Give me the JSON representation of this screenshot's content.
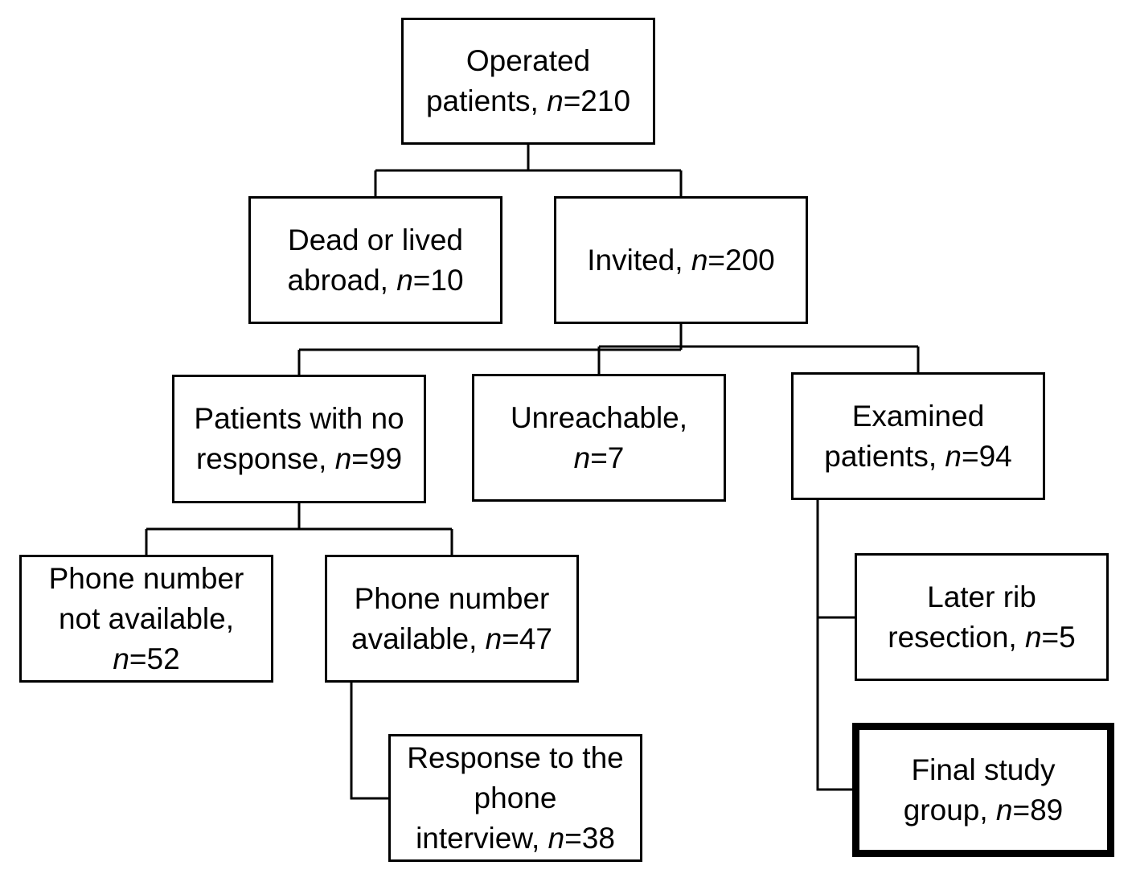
{
  "nodes": [
    {
      "id": "operated",
      "lines": [
        [
          {
            "t": "Operated"
          }
        ],
        [
          {
            "t": "patients, "
          },
          {
            "t": "n",
            "i": true
          },
          {
            "t": "=210"
          }
        ]
      ]
    },
    {
      "id": "dead",
      "lines": [
        [
          {
            "t": "Dead or lived"
          }
        ],
        [
          {
            "t": "abroad, "
          },
          {
            "t": "n",
            "i": true
          },
          {
            "t": "=10"
          }
        ]
      ]
    },
    {
      "id": "invited",
      "lines": [
        [
          {
            "t": "Invited, "
          },
          {
            "t": "n",
            "i": true
          },
          {
            "t": "=200"
          }
        ]
      ]
    },
    {
      "id": "no-response",
      "lines": [
        [
          {
            "t": "Patients with no"
          }
        ],
        [
          {
            "t": "response, "
          },
          {
            "t": "n",
            "i": true
          },
          {
            "t": "=99"
          }
        ]
      ]
    },
    {
      "id": "unreachable",
      "lines": [
        [
          {
            "t": "Unreachable,"
          }
        ],
        [
          {
            "t": "n",
            "i": true
          },
          {
            "t": "=7"
          }
        ]
      ]
    },
    {
      "id": "examined",
      "lines": [
        [
          {
            "t": "Examined"
          }
        ],
        [
          {
            "t": "patients, "
          },
          {
            "t": "n",
            "i": true
          },
          {
            "t": "=94"
          }
        ]
      ]
    },
    {
      "id": "phone-not-available",
      "lines": [
        [
          {
            "t": "Phone number"
          }
        ],
        [
          {
            "t": "not available,"
          }
        ],
        [
          {
            "t": "n",
            "i": true
          },
          {
            "t": "=52"
          }
        ]
      ]
    },
    {
      "id": "phone-available",
      "lines": [
        [
          {
            "t": "Phone number"
          }
        ],
        [
          {
            "t": "available, "
          },
          {
            "t": "n",
            "i": true
          },
          {
            "t": "=47"
          }
        ]
      ]
    },
    {
      "id": "rib-resection",
      "lines": [
        [
          {
            "t": "Later rib"
          }
        ],
        [
          {
            "t": "resection, "
          },
          {
            "t": "n",
            "i": true
          },
          {
            "t": "=5"
          }
        ]
      ]
    },
    {
      "id": "phone-interview",
      "lines": [
        [
          {
            "t": "Response to the"
          }
        ],
        [
          {
            "t": "phone"
          }
        ],
        [
          {
            "t": "interview, "
          },
          {
            "t": "n",
            "i": true
          },
          {
            "t": "=38"
          }
        ]
      ]
    },
    {
      "id": "final-group",
      "emphasis": true,
      "lines": [
        [
          {
            "t": "Final study"
          }
        ],
        [
          {
            "t": "group, "
          },
          {
            "t": "n",
            "i": true
          },
          {
            "t": "=89"
          }
        ]
      ]
    }
  ],
  "edges": [
    [
      "operated",
      "dead"
    ],
    [
      "operated",
      "invited"
    ],
    [
      "invited",
      "no-response"
    ],
    [
      "invited",
      "unreachable"
    ],
    [
      "invited",
      "examined"
    ],
    [
      "no-response",
      "phone-not-available"
    ],
    [
      "no-response",
      "phone-available"
    ],
    [
      "phone-available",
      "phone-interview"
    ],
    [
      "examined",
      "rib-resection"
    ],
    [
      "examined",
      "final-group"
    ]
  ],
  "colors": {
    "stroke": "#000000",
    "background": "#ffffff"
  }
}
